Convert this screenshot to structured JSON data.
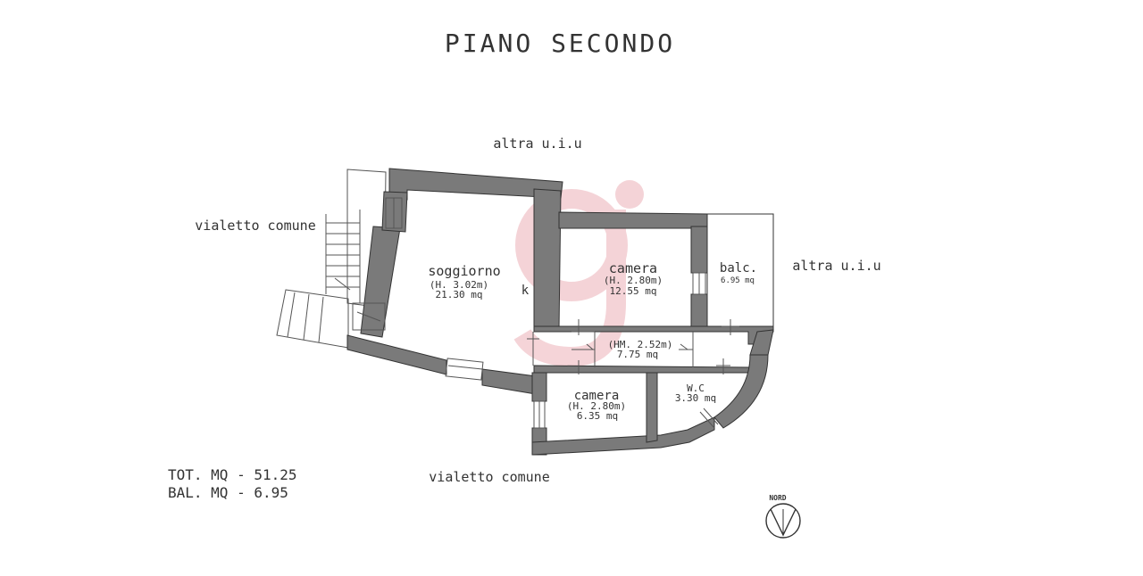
{
  "title": "PIANO SECONDO",
  "surroundings": {
    "top": "altra u.i.u",
    "right": "altra u.i.u",
    "left": "vialetto comune",
    "bottom": "vialetto comune"
  },
  "rooms": {
    "soggiorno": {
      "name": "soggiorno",
      "height": "(H. 3.02m)",
      "area": "21.30 mq",
      "mark": "k"
    },
    "camera1": {
      "name": "camera",
      "height": "(H. 2.80m)",
      "area": "12.55 mq"
    },
    "balcony": {
      "name": "balc.",
      "area": "6.95 mq"
    },
    "hallway": {
      "height": "(HM. 2.52m)",
      "area": "7.75 mq"
    },
    "camera2": {
      "name": "camera",
      "height": "(H. 2.80m)",
      "area": "6.35 mq"
    },
    "wc": {
      "name": "W.C",
      "area": "3.30 mq"
    }
  },
  "totals": {
    "total": "TOT. MQ - 51.25",
    "balcony": "BAL. MQ - 6.95"
  },
  "compass": {
    "label": "NORD"
  },
  "colors": {
    "wall": "#7a7a7a",
    "watermark": "#e8a0a8",
    "line": "#333333"
  }
}
